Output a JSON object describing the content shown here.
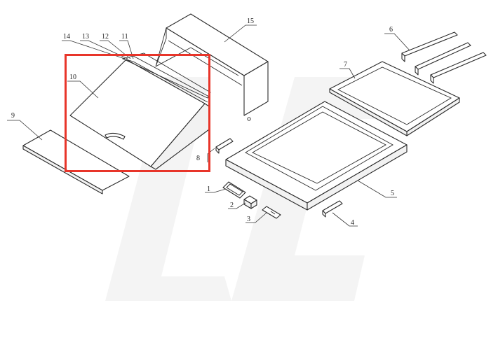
{
  "highlight_color": "#e8352a",
  "callouts": [
    "1",
    "2",
    "3",
    "4",
    "5",
    "6",
    "7",
    "8",
    "9",
    "10",
    "11",
    "12",
    "13",
    "14",
    "15"
  ]
}
